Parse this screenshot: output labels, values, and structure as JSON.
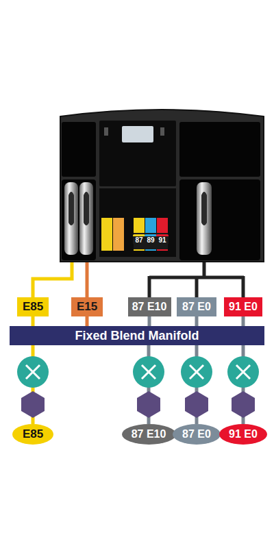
{
  "diagram": {
    "nodes": [
      {
        "text": [
          "E85"
        ]
      },
      {
        "text": [
          "E15"
        ]
      },
      {
        "text": [
          "87 E10"
        ]
      },
      {
        "text": [
          "87 E0"
        ]
      },
      {
        "text": [
          "91 E0"
        ]
      },
      {
        "text": [
          "Fixed Blend Manifold"
        ]
      },
      {
        "text": [
          "E85"
        ]
      },
      {
        "text": [
          "87 E10"
        ]
      },
      {
        "text": [
          "87 E0"
        ]
      },
      {
        "text": [
          "91 E0"
        ]
      }
    ],
    "edges": [
      {
        "from": 0,
        "to": 5,
        "arrow": "none"
      },
      {
        "from": 1,
        "to": 5,
        "arrow": "none"
      },
      {
        "from": 2,
        "to": 5,
        "arrow": "none"
      },
      {
        "from": 3,
        "to": 5,
        "arrow": "none"
      },
      {
        "from": 4,
        "to": 5,
        "arrow": "none"
      },
      {
        "from": 5,
        "to": 6,
        "arrow": "none"
      },
      {
        "from": 5,
        "to": 7,
        "arrow": "none"
      },
      {
        "from": 5,
        "to": 8,
        "arrow": "none"
      },
      {
        "from": 5,
        "to": 9,
        "arrow": "none"
      }
    ],
    "labels": [
      "87",
      "89",
      "91"
    ]
  }
}
